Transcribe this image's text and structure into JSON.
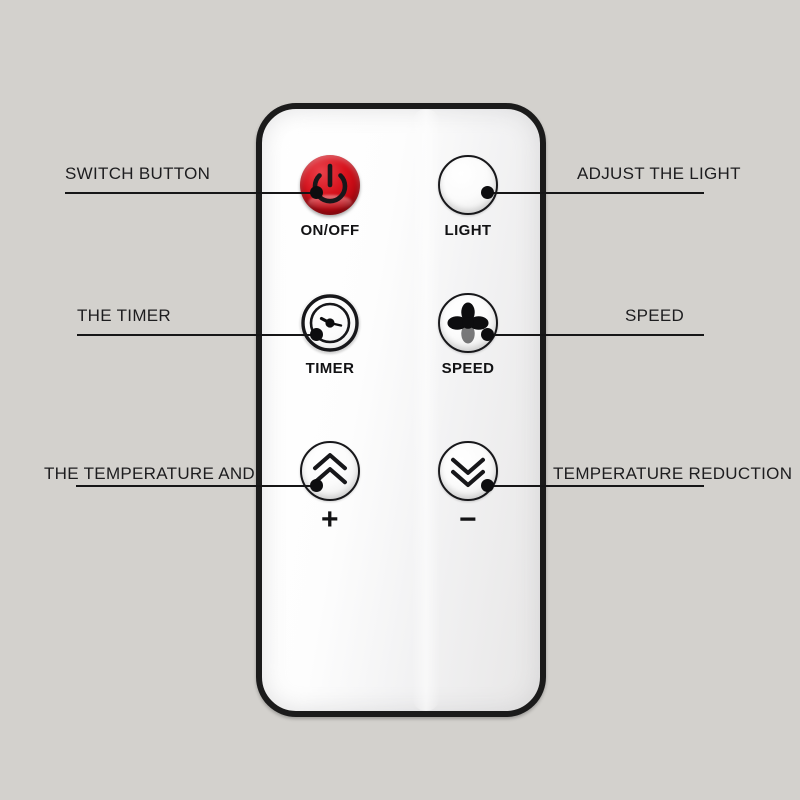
{
  "scene": {
    "title": "Remote control button annotation diagram",
    "background_color": "#d3d1cd",
    "device_color": "#ffffff",
    "device_border_color": "#1b1b1b"
  },
  "remote": {
    "buttons": [
      {
        "id": "on-off",
        "label": "ON/OFF",
        "icon": "power-icon",
        "color": "#d7121c",
        "style": "red",
        "row": 1,
        "column": "left"
      },
      {
        "id": "light",
        "label": "LIGHT",
        "icon": "light-circle-icon",
        "color": "#ffffff",
        "style": "white-ring",
        "row": 1,
        "column": "right"
      },
      {
        "id": "timer",
        "label": "TIMER",
        "icon": "clock-icon",
        "color": "#ffffff",
        "style": "white-ring",
        "row": 2,
        "column": "left"
      },
      {
        "id": "speed",
        "label": "SPEED",
        "icon": "fan-icon",
        "color": "#ffffff",
        "style": "white-ring",
        "row": 2,
        "column": "right"
      },
      {
        "id": "temp-up",
        "label": "+",
        "icon": "chevron-double-up-icon",
        "color": "#ffffff",
        "style": "white-ring",
        "row": 3,
        "column": "left"
      },
      {
        "id": "temp-down",
        "label": "−",
        "icon": "chevron-double-down-icon",
        "color": "#ffffff",
        "style": "white-ring",
        "row": 3,
        "column": "right"
      }
    ]
  },
  "annotations": {
    "left": [
      {
        "id": "switch-button",
        "text": "SWITCH BUTTON",
        "points_to": "on-off"
      },
      {
        "id": "the-timer",
        "text": "THE TIMER",
        "points_to": "timer"
      },
      {
        "id": "the-temperature-and",
        "text": "THE TEMPERATURE AND",
        "points_to": "temp-up"
      }
    ],
    "right": [
      {
        "id": "adjust-the-light",
        "text": "ADJUST THE LIGHT",
        "points_to": "light"
      },
      {
        "id": "speed",
        "text": "SPEED",
        "points_to": "speed"
      },
      {
        "id": "temperature-reduction",
        "text": "TEMPERATURE REDUCTION",
        "points_to": "temp-down"
      }
    ]
  }
}
